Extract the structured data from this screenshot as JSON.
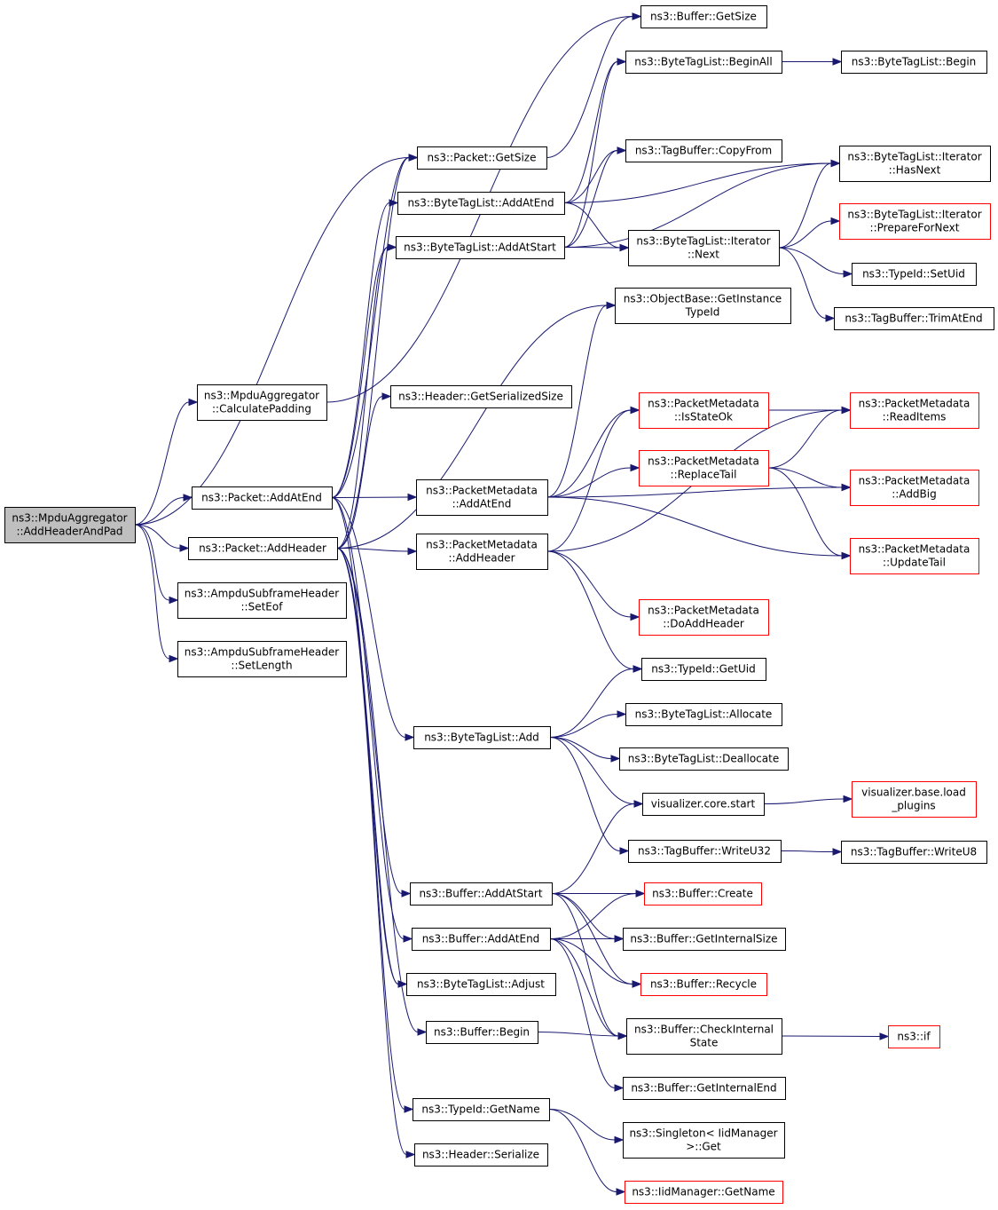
{
  "nodes": [
    {
      "id": "root",
      "lines": [
        "ns3::MpduAggregator",
        "::AddHeaderAndPad"
      ],
      "style": "root"
    },
    {
      "id": "calcpad",
      "lines": [
        "ns3::MpduAggregator",
        "::CalculatePadding"
      ],
      "style": "normal"
    },
    {
      "id": "pkt_addatend",
      "lines": [
        "ns3::Packet::AddAtEnd"
      ],
      "style": "normal"
    },
    {
      "id": "pkt_addheader",
      "lines": [
        "ns3::Packet::AddHeader"
      ],
      "style": "normal"
    },
    {
      "id": "seteof",
      "lines": [
        "ns3::AmpduSubframeHeader",
        "::SetEof"
      ],
      "style": "normal"
    },
    {
      "id": "setlength",
      "lines": [
        "ns3::AmpduSubframeHeader",
        "::SetLength"
      ],
      "style": "normal"
    },
    {
      "id": "pkt_getsize",
      "lines": [
        "ns3::Packet::GetSize"
      ],
      "style": "normal"
    },
    {
      "id": "btl_addatend",
      "lines": [
        "ns3::ByteTagList::AddAtEnd"
      ],
      "style": "normal"
    },
    {
      "id": "btl_addatstart",
      "lines": [
        "ns3::ByteTagList::AddAtStart"
      ],
      "style": "normal"
    },
    {
      "id": "hdr_getsersize",
      "lines": [
        "ns3::Header::GetSerializedSize"
      ],
      "style": "normal"
    },
    {
      "id": "pm_addatend",
      "lines": [
        "ns3::PacketMetadata",
        "::AddAtEnd"
      ],
      "style": "normal"
    },
    {
      "id": "pm_addheader",
      "lines": [
        "ns3::PacketMetadata",
        "::AddHeader"
      ],
      "style": "normal"
    },
    {
      "id": "btl_add",
      "lines": [
        "ns3::ByteTagList::Add"
      ],
      "style": "normal"
    },
    {
      "id": "buf_addatstart",
      "lines": [
        "ns3::Buffer::AddAtStart"
      ],
      "style": "normal"
    },
    {
      "id": "buf_addatend",
      "lines": [
        "ns3::Buffer::AddAtEnd"
      ],
      "style": "normal"
    },
    {
      "id": "btl_adjust",
      "lines": [
        "ns3::ByteTagList::Adjust"
      ],
      "style": "normal"
    },
    {
      "id": "buf_begin",
      "lines": [
        "ns3::Buffer::Begin"
      ],
      "style": "normal"
    },
    {
      "id": "tid_getname",
      "lines": [
        "ns3::TypeId::GetName"
      ],
      "style": "normal"
    },
    {
      "id": "hdr_serialize",
      "lines": [
        "ns3::Header::Serialize"
      ],
      "style": "normal"
    },
    {
      "id": "buf_getsize",
      "lines": [
        "ns3::Buffer::GetSize"
      ],
      "style": "normal"
    },
    {
      "id": "btl_beginall",
      "lines": [
        "ns3::ByteTagList::BeginAll"
      ],
      "style": "normal"
    },
    {
      "id": "tb_copyfrom",
      "lines": [
        "ns3::TagBuffer::CopyFrom"
      ],
      "style": "normal"
    },
    {
      "id": "btl_it_next",
      "lines": [
        "ns3::ByteTagList::Iterator",
        "::Next"
      ],
      "style": "normal"
    },
    {
      "id": "ob_getinst",
      "lines": [
        "ns3::ObjectBase::GetInstance",
        "TypeId"
      ],
      "style": "normal"
    },
    {
      "id": "pm_isstateok",
      "lines": [
        "ns3::PacketMetadata",
        "::IsStateOk"
      ],
      "style": "red"
    },
    {
      "id": "pm_replacetail",
      "lines": [
        "ns3::PacketMetadata",
        "::ReplaceTail"
      ],
      "style": "red"
    },
    {
      "id": "pm_doaddheader",
      "lines": [
        "ns3::PacketMetadata",
        "::DoAddHeader"
      ],
      "style": "red"
    },
    {
      "id": "tid_getuid",
      "lines": [
        "ns3::TypeId::GetUid"
      ],
      "style": "normal"
    },
    {
      "id": "btl_allocate",
      "lines": [
        "ns3::ByteTagList::Allocate"
      ],
      "style": "normal"
    },
    {
      "id": "btl_deallocate",
      "lines": [
        "ns3::ByteTagList::Deallocate"
      ],
      "style": "normal"
    },
    {
      "id": "viz_start",
      "lines": [
        "visualizer.core.start"
      ],
      "style": "normal"
    },
    {
      "id": "tb_writeu32",
      "lines": [
        "ns3::TagBuffer::WriteU32"
      ],
      "style": "normal"
    },
    {
      "id": "buf_create",
      "lines": [
        "ns3::Buffer::Create"
      ],
      "style": "red"
    },
    {
      "id": "buf_getinternalsize",
      "lines": [
        "ns3::Buffer::GetInternalSize"
      ],
      "style": "normal"
    },
    {
      "id": "buf_recycle",
      "lines": [
        "ns3::Buffer::Recycle"
      ],
      "style": "red"
    },
    {
      "id": "buf_checkinternal",
      "lines": [
        "ns3::Buffer::CheckInternal",
        "State"
      ],
      "style": "normal"
    },
    {
      "id": "buf_getinternalend",
      "lines": [
        "ns3::Buffer::GetInternalEnd"
      ],
      "style": "normal"
    },
    {
      "id": "singleton_get",
      "lines": [
        "ns3::Singleton< IidManager",
        ">::Get"
      ],
      "style": "normal"
    },
    {
      "id": "iid_getname",
      "lines": [
        "ns3::IidManager::GetName"
      ],
      "style": "red"
    },
    {
      "id": "btl_begin",
      "lines": [
        "ns3::ByteTagList::Begin"
      ],
      "style": "normal"
    },
    {
      "id": "btl_it_hasnext",
      "lines": [
        "ns3::ByteTagList::Iterator",
        "::HasNext"
      ],
      "style": "normal"
    },
    {
      "id": "btl_it_prepare",
      "lines": [
        "ns3::ByteTagList::Iterator",
        "::PrepareForNext"
      ],
      "style": "red"
    },
    {
      "id": "tid_setuid",
      "lines": [
        "ns3::TypeId::SetUid"
      ],
      "style": "normal"
    },
    {
      "id": "tb_trimatend",
      "lines": [
        "ns3::TagBuffer::TrimAtEnd"
      ],
      "style": "normal"
    },
    {
      "id": "pm_readitems",
      "lines": [
        "ns3::PacketMetadata",
        "::ReadItems"
      ],
      "style": "red"
    },
    {
      "id": "pm_addbig",
      "lines": [
        "ns3::PacketMetadata",
        "::AddBig"
      ],
      "style": "red"
    },
    {
      "id": "pm_updatetail",
      "lines": [
        "ns3::PacketMetadata",
        "::UpdateTail"
      ],
      "style": "red"
    },
    {
      "id": "viz_loadplugins",
      "lines": [
        "visualizer.base.load",
        "_plugins"
      ],
      "style": "red"
    },
    {
      "id": "tb_writeu8",
      "lines": [
        "ns3::TagBuffer::WriteU8"
      ],
      "style": "normal"
    },
    {
      "id": "ns3_if",
      "lines": [
        "ns3::if"
      ],
      "style": "red"
    }
  ],
  "edges": [
    [
      "root",
      "pkt_getsize"
    ],
    [
      "root",
      "calcpad"
    ],
    [
      "root",
      "pkt_addatend"
    ],
    [
      "root",
      "pkt_addheader"
    ],
    [
      "root",
      "seteof"
    ],
    [
      "root",
      "setlength"
    ],
    [
      "calcpad",
      "buf_getsize"
    ],
    [
      "pkt_addatend",
      "pkt_getsize"
    ],
    [
      "pkt_addatend",
      "btl_addatend"
    ],
    [
      "pkt_addatend",
      "btl_addatstart"
    ],
    [
      "pkt_addatend",
      "pm_addatend"
    ],
    [
      "pkt_addatend",
      "buf_addatend"
    ],
    [
      "pkt_addatend",
      "btl_adjust"
    ],
    [
      "pkt_addatend",
      "btl_add"
    ],
    [
      "pkt_addheader",
      "pkt_getsize"
    ],
    [
      "pkt_addheader",
      "btl_addatstart"
    ],
    [
      "pkt_addheader",
      "hdr_getsersize"
    ],
    [
      "pkt_addheader",
      "pm_addheader"
    ],
    [
      "pkt_addheader",
      "buf_addatstart"
    ],
    [
      "pkt_addheader",
      "btl_adjust"
    ],
    [
      "pkt_addheader",
      "buf_begin"
    ],
    [
      "pkt_addheader",
      "tid_getname"
    ],
    [
      "pkt_addheader",
      "hdr_serialize"
    ],
    [
      "pkt_addheader",
      "ob_getinst"
    ],
    [
      "pkt_getsize",
      "buf_getsize"
    ],
    [
      "btl_addatend",
      "btl_beginall"
    ],
    [
      "btl_addatend",
      "tb_copyfrom"
    ],
    [
      "btl_addatend",
      "btl_it_next"
    ],
    [
      "btl_addatend",
      "btl_it_hasnext"
    ],
    [
      "btl_addatstart",
      "btl_beginall"
    ],
    [
      "btl_addatstart",
      "tb_copyfrom"
    ],
    [
      "btl_addatstart",
      "btl_it_next"
    ],
    [
      "btl_addatstart",
      "btl_it_hasnext"
    ],
    [
      "btl_beginall",
      "btl_begin"
    ],
    [
      "btl_it_next",
      "btl_it_hasnext"
    ],
    [
      "btl_it_next",
      "btl_it_prepare"
    ],
    [
      "btl_it_next",
      "tid_setuid"
    ],
    [
      "btl_it_next",
      "tb_trimatend"
    ],
    [
      "pm_addatend",
      "pm_isstateok"
    ],
    [
      "pm_addatend",
      "pm_replacetail"
    ],
    [
      "pm_addatend",
      "pm_addbig"
    ],
    [
      "pm_addatend",
      "pm_updatetail"
    ],
    [
      "pm_addatend",
      "ob_getinst"
    ],
    [
      "pm_addheader",
      "pm_readitems"
    ],
    [
      "pm_addheader",
      "pm_isstateok"
    ],
    [
      "pm_addheader",
      "pm_doaddheader"
    ],
    [
      "pm_addheader",
      "tid_getuid"
    ],
    [
      "pm_isstateok",
      "pm_readitems"
    ],
    [
      "pm_replacetail",
      "pm_readitems"
    ],
    [
      "pm_replacetail",
      "pm_addbig"
    ],
    [
      "pm_replacetail",
      "pm_updatetail"
    ],
    [
      "btl_add",
      "tid_getuid"
    ],
    [
      "btl_add",
      "btl_allocate"
    ],
    [
      "btl_add",
      "btl_deallocate"
    ],
    [
      "btl_add",
      "viz_start"
    ],
    [
      "btl_add",
      "tb_writeu32"
    ],
    [
      "viz_start",
      "viz_loadplugins"
    ],
    [
      "tb_writeu32",
      "tb_writeu8"
    ],
    [
      "buf_addatstart",
      "viz_start"
    ],
    [
      "buf_addatstart",
      "buf_create"
    ],
    [
      "buf_addatstart",
      "buf_getinternalsize"
    ],
    [
      "buf_addatstart",
      "buf_recycle"
    ],
    [
      "buf_addatstart",
      "buf_checkinternal"
    ],
    [
      "buf_addatend",
      "buf_create"
    ],
    [
      "buf_addatend",
      "buf_getinternalsize"
    ],
    [
      "buf_addatend",
      "buf_recycle"
    ],
    [
      "buf_addatend",
      "buf_checkinternal"
    ],
    [
      "buf_addatend",
      "buf_getinternalend"
    ],
    [
      "buf_begin",
      "buf_checkinternal"
    ],
    [
      "buf_checkinternal",
      "ns3_if"
    ],
    [
      "tid_getname",
      "singleton_get"
    ],
    [
      "tid_getname",
      "iid_getname"
    ]
  ],
  "colors": {
    "edge": "#191970",
    "node_border": "#000000",
    "red_border": "#ff0000",
    "root_fill": "#bfbfbf"
  }
}
